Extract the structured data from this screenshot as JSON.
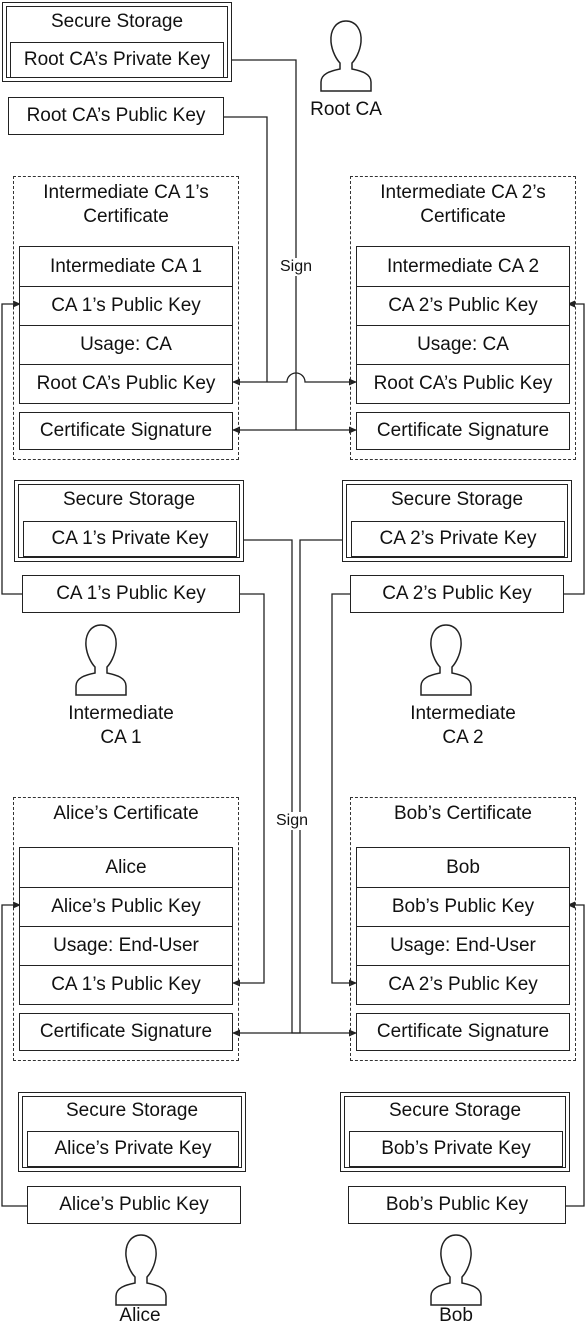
{
  "root": {
    "storage_title": "Secure Storage",
    "private_key": "Root CA’s Private Key",
    "public_key": "Root CA’s Public Key",
    "person_label": "Root CA"
  },
  "sign_labels": {
    "upper": "Sign",
    "lower": "Sign"
  },
  "cert_ca1": {
    "title": "Intermediate CA 1’s\nCertificate",
    "rows": [
      "Intermediate CA 1",
      "CA 1’s Public Key",
      "Usage: CA",
      "Root CA’s Public Key"
    ],
    "signature": "Certificate Signature"
  },
  "cert_ca2": {
    "title": "Intermediate CA 2’s\nCertificate",
    "rows": [
      "Intermediate CA 2",
      "CA 2’s Public Key",
      "Usage: CA",
      "Root CA’s Public Key"
    ],
    "signature": "Certificate Signature"
  },
  "ca1": {
    "storage_title": "Secure Storage",
    "private_key": "CA 1’s Private Key",
    "public_key": "CA 1’s Public Key",
    "person_label": "Intermediate\nCA 1"
  },
  "ca2": {
    "storage_title": "Secure Storage",
    "private_key": "CA 2’s Private Key",
    "public_key": "CA 2’s Public Key",
    "person_label": "Intermediate\nCA 2"
  },
  "cert_alice": {
    "title": "Alice’s Certificate",
    "rows": [
      "Alice",
      "Alice’s Public Key",
      "Usage: End-User",
      "CA 1’s Public Key"
    ],
    "signature": "Certificate Signature"
  },
  "cert_bob": {
    "title": "Bob’s Certificate",
    "rows": [
      "Bob",
      "Bob’s Public Key",
      "Usage: End-User",
      "CA 2’s Public Key"
    ],
    "signature": "Certificate Signature"
  },
  "alice": {
    "storage_title": "Secure Storage",
    "private_key": "Alice’s Private Key",
    "public_key": "Alice’s Public Key",
    "person_label": "Alice"
  },
  "bob": {
    "storage_title": "Secure Storage",
    "private_key": "Bob’s Private Key",
    "public_key": "Bob’s Public Key",
    "person_label": "Bob"
  },
  "colors": {
    "line": "#222222",
    "background": "#ffffff"
  },
  "icons": {
    "person": "person-silhouette-icon"
  }
}
